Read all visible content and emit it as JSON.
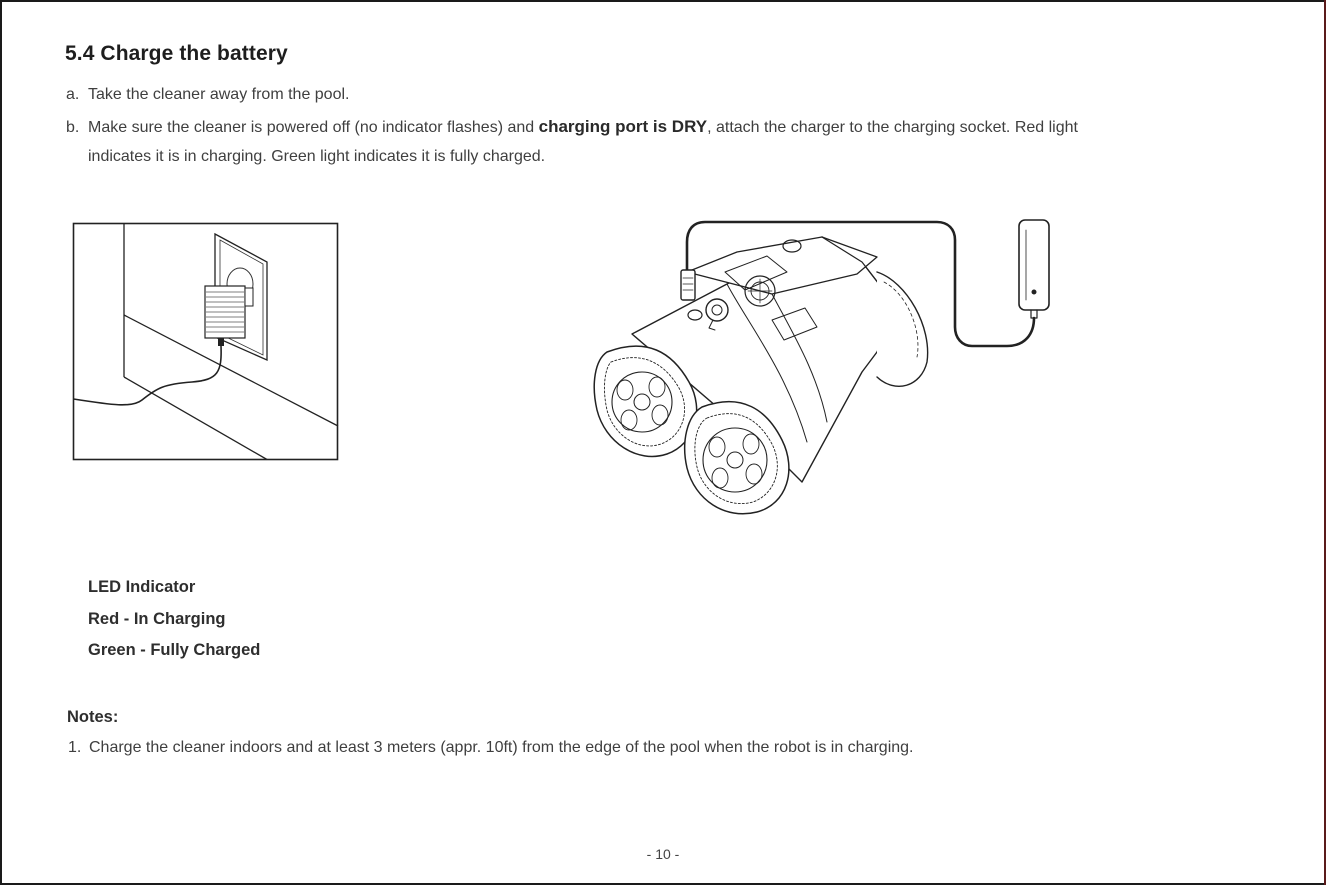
{
  "section": {
    "title": "5.4 Charge the battery"
  },
  "steps": [
    {
      "marker": "a.",
      "text": "Take the cleaner away from the pool."
    },
    {
      "marker": "b.",
      "text_before": "Make sure the cleaner is powered off (no indicator flashes) and ",
      "emphasis": "charging port is DRY",
      "text_after": ", attach the charger to the charging socket. Red light",
      "continuation": "indicates it is in charging. Green light indicates it is fully charged."
    }
  ],
  "led_legend": {
    "title": "LED Indicator",
    "red": "Red -  In Charging",
    "green": "Green - Fully Charged"
  },
  "notes": {
    "title": "Notes:",
    "items": [
      {
        "marker": "1.",
        "text": "Charge the cleaner indoors and at least 3 meters (appr. 10ft) from the edge of the pool when the robot is in charging."
      }
    ]
  },
  "footer": {
    "page_number": "- 10 -"
  }
}
